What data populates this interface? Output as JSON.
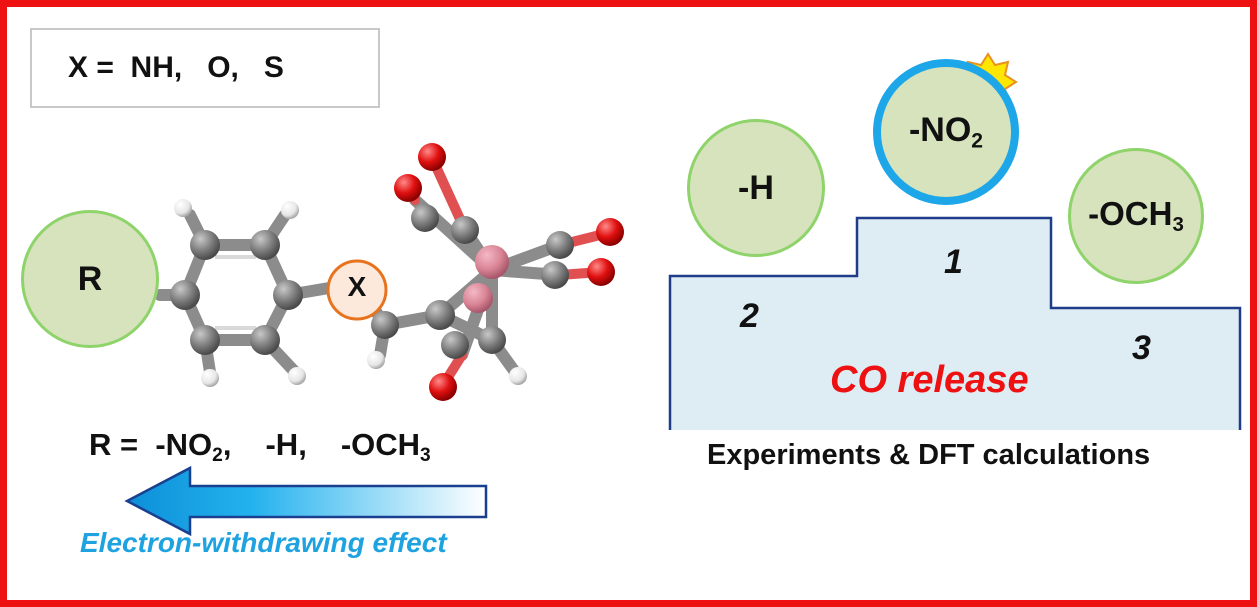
{
  "x_box": {
    "text": "X =  NH,   O,   S"
  },
  "molecule": {
    "r_label": "R",
    "x_label": "X"
  },
  "r_formula": {
    "prefix": "R =  ",
    "nitro": "-NO",
    "nitro_sub": "2",
    "nitro_sep": ",",
    "hydro": "-H,",
    "methoxy": "-OCH",
    "methoxy_sub": "3"
  },
  "arrow": {
    "label": "Electron-withdrawing effect",
    "color": "#1fa3e0"
  },
  "podium": {
    "circle_h": "-H",
    "circle_no2": "-NO",
    "circle_no2_sub": "2",
    "circle_och3": "-OCH",
    "circle_och3_sub": "3",
    "rank_first": "1",
    "rank_second": "2",
    "rank_third": "3",
    "co_release": "CO release",
    "caption": "Experiments & DFT calculations",
    "fill_color": "#deedf4",
    "line_color": "#1f3c88"
  },
  "colors": {
    "frame": "#ee1111",
    "circle_fill": "#d6e3bc",
    "circle_border": "#8fd36b",
    "highlight_ring": "#1ea7e8",
    "x_ring": "#e8731e",
    "star": "#ffe600"
  }
}
